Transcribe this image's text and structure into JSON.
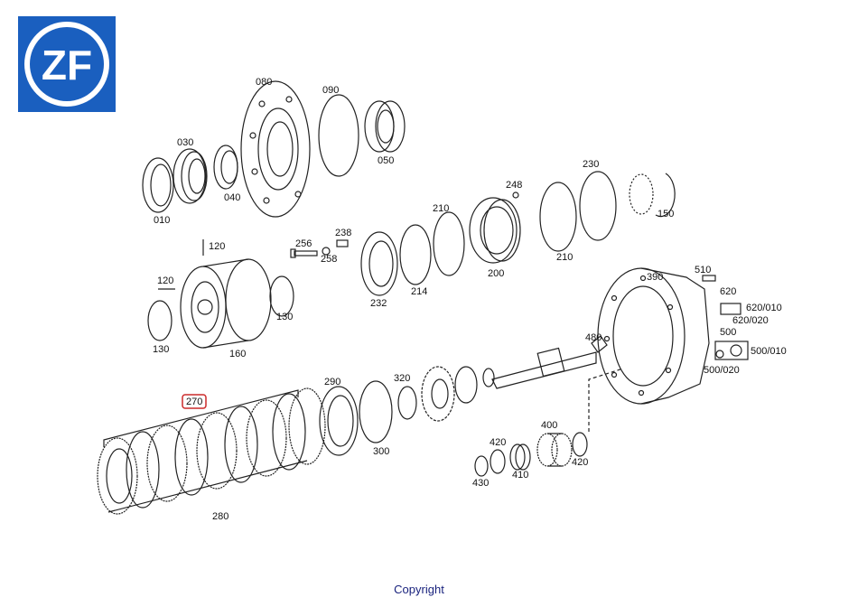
{
  "logo": {
    "text": "ZF",
    "bg": "#1a5fbf",
    "fg": "#ffffff"
  },
  "highlight_color": "#cc2a2a",
  "labels": {
    "p010": "010",
    "p030": "030",
    "p040": "040",
    "p050": "050",
    "p080": "080",
    "p090": "090",
    "p120a": "120",
    "p120b": "120",
    "p130a": "130",
    "p130b": "130",
    "p150": "150",
    "p160": "160",
    "p200": "200",
    "p210a": "210",
    "p210b": "210",
    "p214": "214",
    "p230": "230",
    "p232": "232",
    "p238": "238",
    "p248": "248",
    "p256": "256",
    "p258": "258",
    "p270": "270",
    "p280": "280",
    "p290": "290",
    "p300": "300",
    "p320": "320",
    "p390": "390",
    "p400": "400",
    "p410": "410",
    "p420a": "420",
    "p420b": "420",
    "p430": "430",
    "p480": "480",
    "p500": "500",
    "p500_010": "500/010",
    "p500_020": "500/020",
    "p510": "510",
    "p620": "620",
    "p620_010": "620/010",
    "p620_020": "620/020"
  },
  "footer": {
    "copyright": "Copyright"
  }
}
